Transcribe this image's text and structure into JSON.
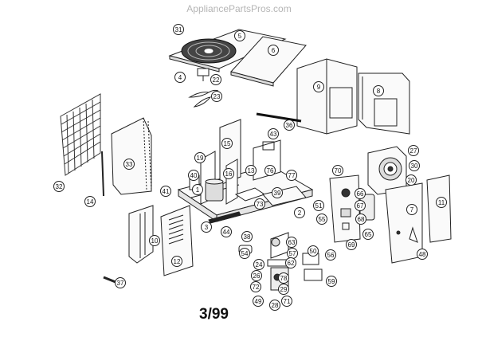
{
  "watermark": "AppliancePartsPros.com",
  "revision": "3/99",
  "callouts": [
    {
      "id": "c31",
      "label": "31"
    },
    {
      "id": "c5",
      "label": "5"
    },
    {
      "id": "c6",
      "label": "6"
    },
    {
      "id": "c4",
      "label": "4"
    },
    {
      "id": "c22",
      "label": "22"
    },
    {
      "id": "c23",
      "label": "23"
    },
    {
      "id": "c9",
      "label": "9"
    },
    {
      "id": "c8",
      "label": "8"
    },
    {
      "id": "c36",
      "label": "36"
    },
    {
      "id": "c43",
      "label": "43"
    },
    {
      "id": "c32",
      "label": "32"
    },
    {
      "id": "c33",
      "label": "33"
    },
    {
      "id": "c14",
      "label": "14"
    },
    {
      "id": "c15",
      "label": "15"
    },
    {
      "id": "c76",
      "label": "76"
    },
    {
      "id": "c77",
      "label": "77"
    },
    {
      "id": "c19",
      "label": "19"
    },
    {
      "id": "c16",
      "label": "16"
    },
    {
      "id": "c13",
      "label": "13"
    },
    {
      "id": "c40",
      "label": "40"
    },
    {
      "id": "c1",
      "label": "1"
    },
    {
      "id": "c41",
      "label": "41"
    },
    {
      "id": "c39",
      "label": "39"
    },
    {
      "id": "c2",
      "label": "2"
    },
    {
      "id": "c73",
      "label": "73"
    },
    {
      "id": "c3",
      "label": "3"
    },
    {
      "id": "c44",
      "label": "44"
    },
    {
      "id": "c38",
      "label": "38"
    },
    {
      "id": "c27",
      "label": "27"
    },
    {
      "id": "c30",
      "label": "30"
    },
    {
      "id": "c20",
      "label": "20"
    },
    {
      "id": "c70",
      "label": "70"
    },
    {
      "id": "c11",
      "label": "11"
    },
    {
      "id": "c66",
      "label": "66"
    },
    {
      "id": "c67",
      "label": "67"
    },
    {
      "id": "c7",
      "label": "7"
    },
    {
      "id": "c51",
      "label": "51"
    },
    {
      "id": "c55",
      "label": "55"
    },
    {
      "id": "c68",
      "label": "68"
    },
    {
      "id": "c69",
      "label": "69"
    },
    {
      "id": "c48",
      "label": "48"
    },
    {
      "id": "c10",
      "label": "10"
    },
    {
      "id": "c12",
      "label": "12"
    },
    {
      "id": "c63",
      "label": "63"
    },
    {
      "id": "c57",
      "label": "57"
    },
    {
      "id": "c54",
      "label": "54"
    },
    {
      "id": "c56",
      "label": "56"
    },
    {
      "id": "c65",
      "label": "65"
    },
    {
      "id": "c24",
      "label": "24"
    },
    {
      "id": "c62",
      "label": "62"
    },
    {
      "id": "c50",
      "label": "50"
    },
    {
      "id": "c26",
      "label": "26"
    },
    {
      "id": "c78",
      "label": "78"
    },
    {
      "id": "c72",
      "label": "72"
    },
    {
      "id": "c29",
      "label": "29"
    },
    {
      "id": "c59",
      "label": "59"
    },
    {
      "id": "c49",
      "label": "49"
    },
    {
      "id": "c71",
      "label": "71"
    },
    {
      "id": "c28",
      "label": "28"
    },
    {
      "id": "c37",
      "label": "37"
    }
  ]
}
